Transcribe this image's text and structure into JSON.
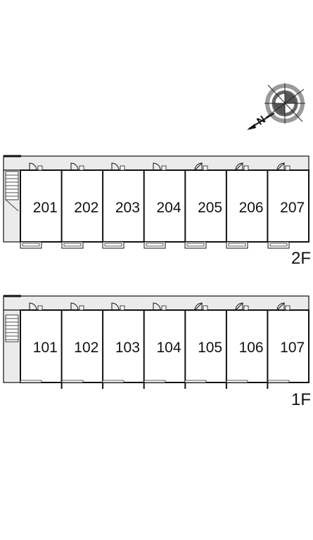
{
  "compass": {
    "north_label": "N",
    "icon": "compass-icon"
  },
  "floors": [
    {
      "label": "2F",
      "units": [
        "201",
        "202",
        "203",
        "204",
        "205",
        "206",
        "207"
      ]
    },
    {
      "label": "1F",
      "units": [
        "101",
        "102",
        "103",
        "104",
        "105",
        "106",
        "107"
      ]
    }
  ]
}
